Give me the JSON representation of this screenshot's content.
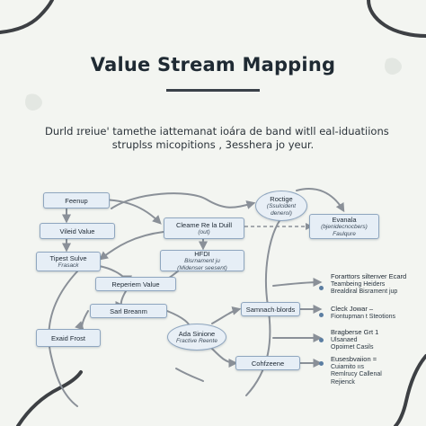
{
  "title": "Value Stream Mapping",
  "subtitle": {
    "line1": "Durld ɪrɐiue' tamethe iattemanat ioára de band witll eal-iduatiions",
    "line2": "struplss micopitions , 3esshera jo yeur."
  },
  "nodes": {
    "feenup": {
      "label": "Feenup"
    },
    "vileid": {
      "label": "Vileid Value"
    },
    "tipest": {
      "label": "Tipest Sulve",
      "sub": "Frasack"
    },
    "reperiem": {
      "label": "Reperiem Value"
    },
    "sarl": {
      "label": "Sarl Breanm"
    },
    "exaid": {
      "label": "Exaid Frost"
    },
    "cleame": {
      "label": "Cleame Re la Duill",
      "sub": "(out)"
    },
    "hfdi": {
      "label": "HFDI",
      "sub": "Bisrnament ju",
      "sub2": "(Midenser seesent)"
    },
    "roctige": {
      "label": "Roctige",
      "sub": "(Ssulcident",
      "sub2": "denerol)"
    },
    "evanala": {
      "label": "Evanala",
      "sub": "(bjenidecnocbers)",
      "sub2": "Faulqure"
    },
    "samnach": {
      "label": "Samnach·blords"
    },
    "ada": {
      "label": "Ada Sinione",
      "sub": "Fractive Reente"
    },
    "cohfzeene": {
      "label": "Cohfzeene"
    }
  },
  "notes": [
    {
      "label": "Forarttors siltenver Ecard",
      "sub": "Teambeing Heiders",
      "sub2": "Brealdiral Bisrament jup"
    },
    {
      "label": "Cleck Jowar –",
      "sub": "Fiontupman t Steotions"
    },
    {
      "label": "Bragberse Grt 1",
      "sub": "Ulsanaed",
      "sub2": "Opoimet Casils"
    },
    {
      "label": "Cuiamito ııs",
      "sub": "Remlrucy Callenal",
      "sub2": "Rejienck",
      "lead": "Eusesbvaiion ="
    }
  ],
  "colors": {
    "background": "#f3f5f1",
    "node_fill": "#e6eef6",
    "node_border": "#8fa6bf",
    "connector": "#8a9098",
    "dot": "#5b7ea2",
    "decor": "#3d4044"
  }
}
